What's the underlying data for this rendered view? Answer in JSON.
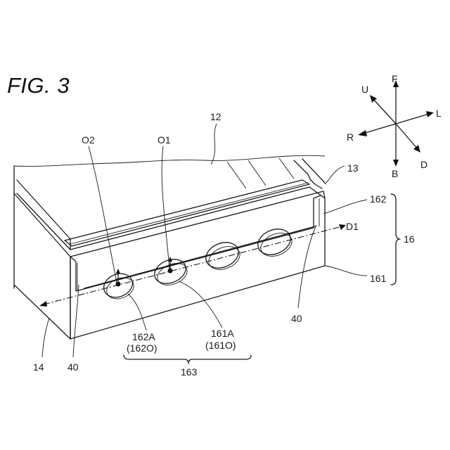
{
  "figure_title": "FIG. 3",
  "labels": {
    "l12": "12",
    "l13": "13",
    "l14": "14",
    "l16": "16",
    "l40_left": "40",
    "l40_right": "40",
    "l161": "161",
    "l162": "162",
    "l163": "163",
    "l161A": "161A",
    "l161O": "(161O)",
    "l162A": "162A",
    "l162O": "(162O)",
    "lO1": "O1",
    "lO2": "O2",
    "lD1": "D1"
  },
  "directions": {
    "F": "F",
    "B": "B",
    "U": "U",
    "D": "D",
    "L": "L",
    "R": "R"
  }
}
